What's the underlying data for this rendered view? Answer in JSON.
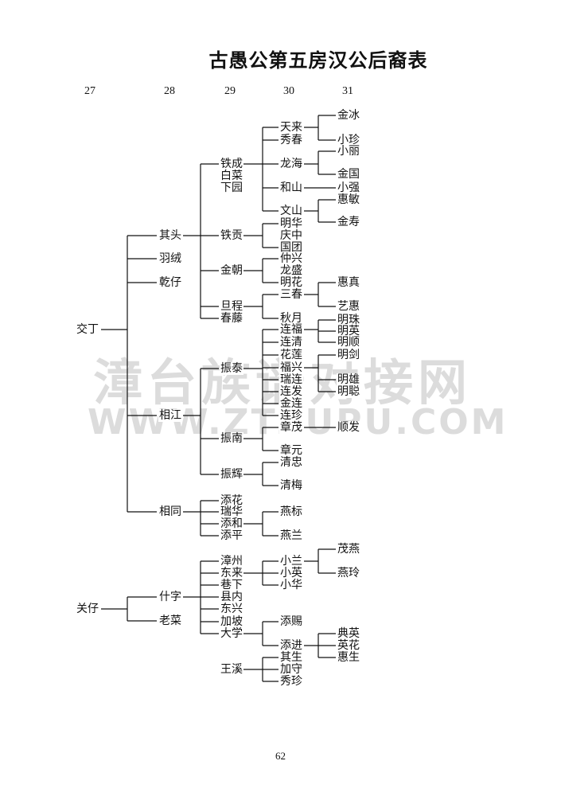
{
  "title": "古愚公第五房汉公后裔表",
  "generations": [
    "27",
    "28",
    "29",
    "30",
    "31"
  ],
  "watermark": {
    "cn": "漳台族谱对接网",
    "en": "WWW.ZTZUPU.COM"
  },
  "page_number": "62",
  "names": {
    "jiaoding": "交丁",
    "guanzai": "关仔",
    "qitou": "其头",
    "yurong": "羽绒",
    "qianzai": "乾仔",
    "xiangjiang": "相江",
    "xiangtong": "相同",
    "shenzi": "什字",
    "laocai": "老菜",
    "tiecheng": "铁成",
    "baicai": "白菜",
    "xiayuan": "下园",
    "tiegong": "铁贡",
    "jinchao": "金朝",
    "dancheng": "旦程",
    "chunteng": "春藤",
    "zhentai": "振泰",
    "zhennan": "振南",
    "zhenhui": "振辉",
    "tianhua": "添花",
    "ruihua": "瑞华",
    "tianhe": "添和",
    "tianping": "添平",
    "zhangzhou": "漳州",
    "donglai": "东来",
    "xiangxia": "巷下",
    "xiannei": "县内",
    "dongxing": "东兴",
    "jiapo": "加坡",
    "daxue": "大学",
    "wangxi": "王溪",
    "tianlai": "天来",
    "xiuchun": "秀春",
    "longhai": "龙海",
    "heshan": "和山",
    "wenshan": "文山",
    "minghua": "明华",
    "qingzhong": "庆中",
    "guotuan": "国团",
    "zhongxing": "仲兴",
    "longsheng": "龙盛",
    "minghua2": "明花",
    "sanchun": "三春",
    "qiuyue": "秋月",
    "lianfu": "连福",
    "lianqing": "连清",
    "hualian": "花莲",
    "fuxing": "福兴",
    "ruilian": "瑞连",
    "lianfa": "连发",
    "jinlian": "金连",
    "lianzhen": "连珍",
    "zhangmao": "章茂",
    "zhangyuan": "章元",
    "qingzhong2": "清忠",
    "qingmei": "清梅",
    "yanbiao": "燕标",
    "yanlan": "燕兰",
    "xiaolan": "小兰",
    "xiaoying": "小英",
    "xiaohua": "小华",
    "tianci": "添赐",
    "tianjin": "添进",
    "qisheng": "其生",
    "jiashou": "加守",
    "xiuzhen": "秀珍",
    "jinbing": "金冰",
    "xiaozhen": "小珍",
    "xiaoli": "小丽",
    "jinguo": "金国",
    "xiaoqiang": "小强",
    "huimin": "惠敏",
    "jinshou": "金寿",
    "huizhen": "惠真",
    "yihui": "艺惠",
    "mingzhu": "明珠",
    "mingying": "明英",
    "mingshun": "明顺",
    "mingjian": "明剑",
    "mingxiong": "明雄",
    "mingcong": "明聪",
    "shunfa": "顺发",
    "maoyan": "茂燕",
    "yanling": "燕玲",
    "dianying": "典英",
    "yinghua": "英花",
    "huisheng": "惠生"
  }
}
